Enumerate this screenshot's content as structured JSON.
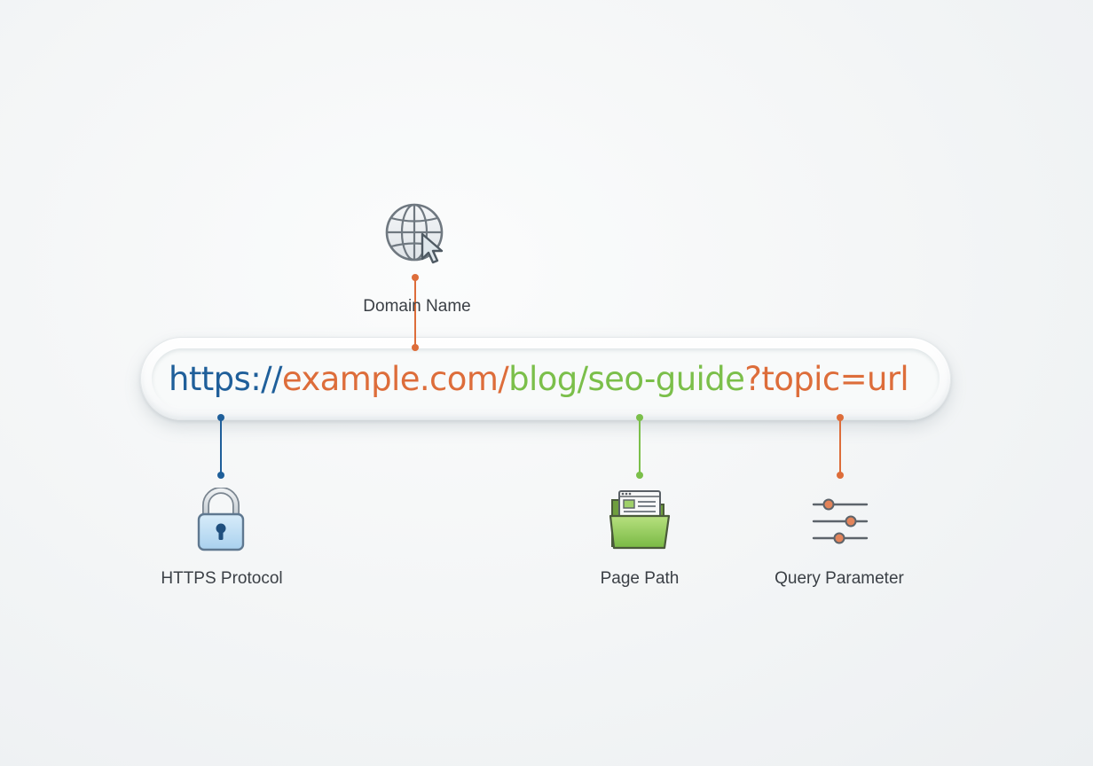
{
  "url": {
    "protocol": "https://",
    "domain": "example.com/",
    "path": "blog/seo-guide",
    "query": "?topic=url"
  },
  "labels": {
    "domain": "Domain Name",
    "protocol": "HTTPS Protocol",
    "path": "Page Path",
    "query": "Query Parameter"
  },
  "colors": {
    "protocol": "#1f5f9a",
    "domain": "#dd6d3a",
    "path": "#7bbf4a",
    "query": "#dd6d3a"
  },
  "icons": {
    "domain": "globe-cursor-icon",
    "protocol": "padlock-icon",
    "path": "folder-icon",
    "query": "sliders-icon"
  }
}
